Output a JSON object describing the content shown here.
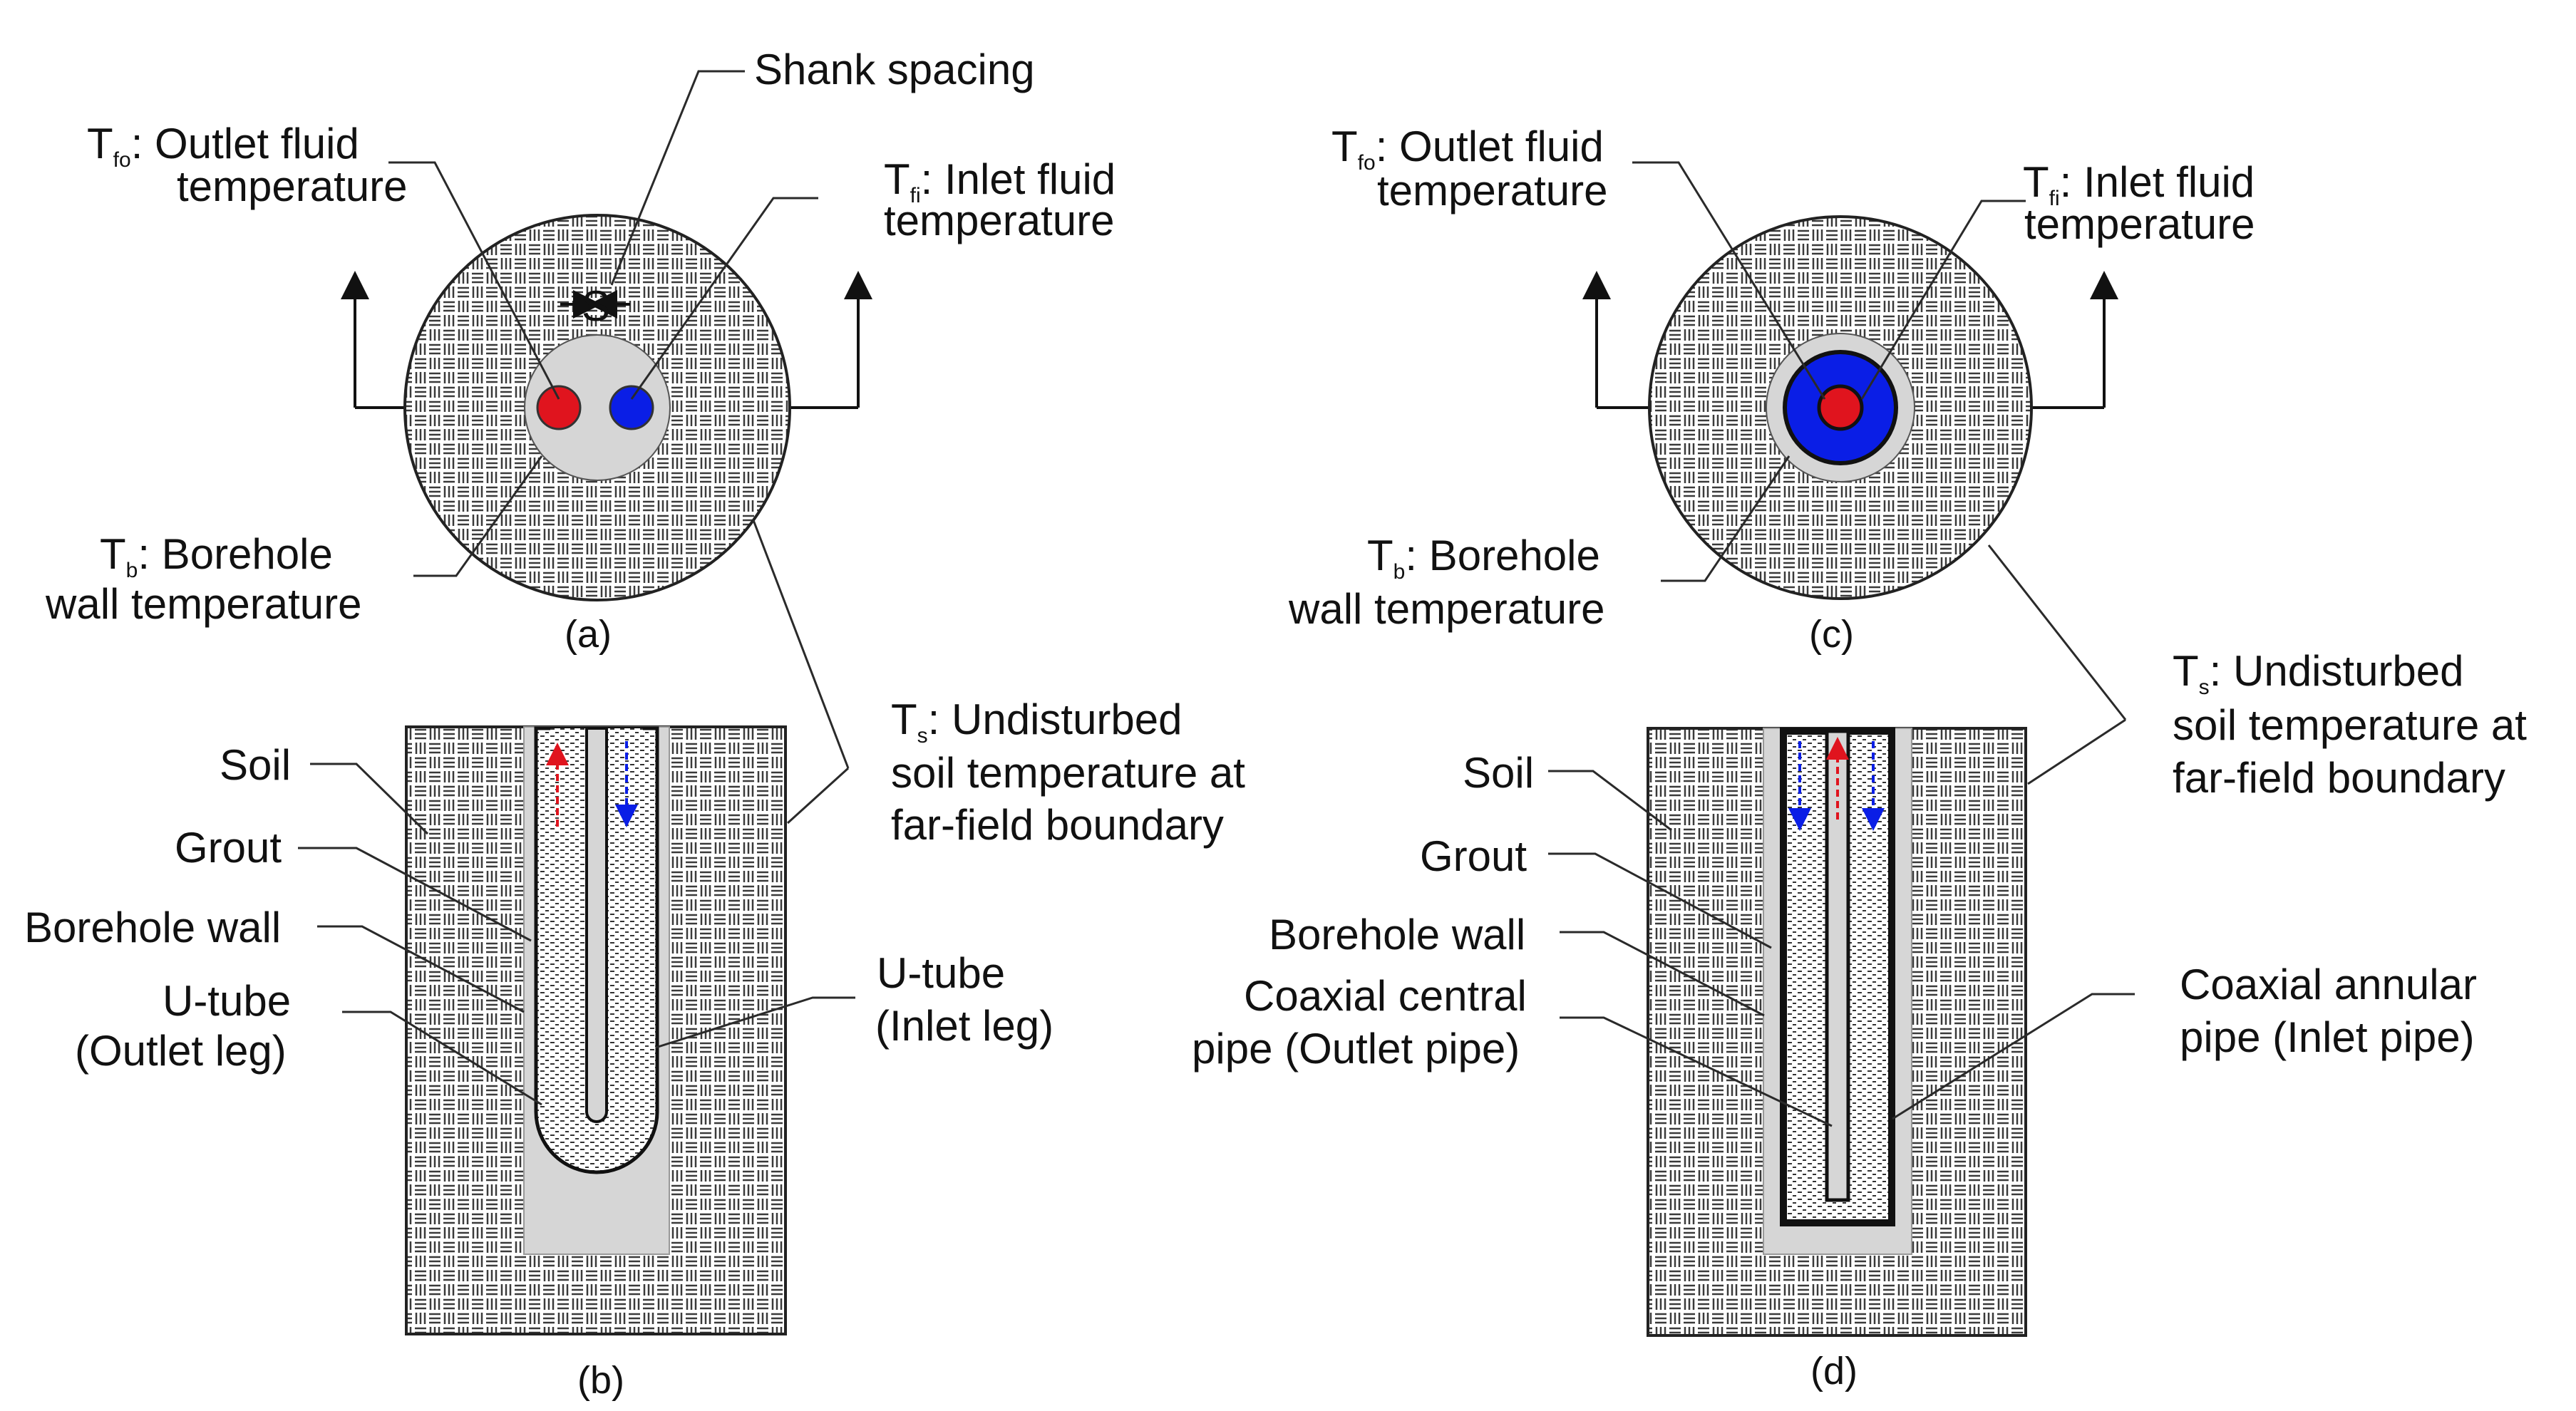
{
  "colors": {
    "outlet_fluid": "#e0141e",
    "inlet_fluid": "#0a1ee6",
    "grout": "#d6d6d6",
    "soil_pattern": "#3a3a3a",
    "annulus": "#0a1ee6"
  },
  "panel_a": {
    "shank_spacing": "Shank spacing",
    "spacing_symbol": "S",
    "outlet_main": "T",
    "outlet_sub": "fo",
    "outlet_line1": ": Outlet fluid",
    "outlet_line2": "temperature",
    "inlet_main": "T",
    "inlet_sub": "fi",
    "inlet_line1": ": Inlet fluid",
    "inlet_line2": "temperature",
    "borehole_main": "T",
    "borehole_sub": "b",
    "borehole_line1": ":  Borehole",
    "borehole_line2": "wall temperature",
    "caption": "(a)"
  },
  "panel_b": {
    "soil": "Soil",
    "grout": "Grout",
    "borehole_wall": "Borehole wall",
    "utube_outlet_1": "U-tube",
    "utube_outlet_2": "(Outlet leg)",
    "utube_inlet_1": "U-tube",
    "utube_inlet_2": "(Inlet leg)",
    "caption": "(b)"
  },
  "shared_left": {
    "ts_main": "T",
    "ts_sub": "s",
    "ts_line1": ": Undisturbed",
    "ts_line2": "soil temperature at",
    "ts_line3": "far-field boundary"
  },
  "panel_c": {
    "outlet_main": "T",
    "outlet_sub": "fo",
    "outlet_line1": ": Outlet fluid",
    "outlet_line2": "temperature",
    "inlet_main": "T",
    "inlet_sub": "fi",
    "inlet_line1": ": Inlet fluid",
    "inlet_line2": "temperature",
    "borehole_main": "T",
    "borehole_sub": "b",
    "borehole_line1": ":  Borehole",
    "borehole_line2": "wall temperature",
    "caption": "(c)"
  },
  "panel_d": {
    "soil": "Soil",
    "grout": "Grout",
    "borehole_wall": "Borehole wall",
    "central_1": "Coaxial central",
    "central_2": "pipe (Outlet pipe)",
    "annular_1": "Coaxial annular",
    "annular_2": "pipe (Inlet pipe)",
    "caption": "(d)"
  },
  "shared_right": {
    "ts_main": "T",
    "ts_sub": "s",
    "ts_line1": ": Undisturbed",
    "ts_line2": "soil temperature at",
    "ts_line3": "far-field boundary"
  }
}
